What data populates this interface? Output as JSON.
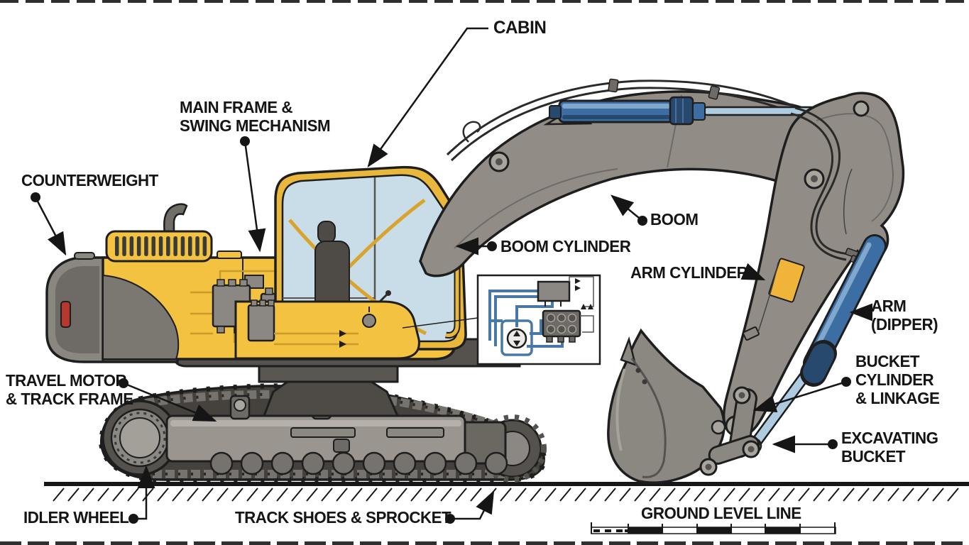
{
  "diagram": {
    "subject": "Hydraulic excavator parts diagram",
    "labels": {
      "cabin": "CABIN",
      "main_frame_swing": "MAIN FRAME &\nSWING MECHANISM",
      "counterweight": "COUNTERWEIGHT",
      "boom": "BOOM",
      "boom_cylinder": "BOOM CYLINDER",
      "arm_cylinder": "ARM CYLINDER",
      "arm_dipper": "ARM\n(DIPPER)",
      "bucket_cylinder_linkage": "BUCKET\nCYLINDER\n& LINKAGE",
      "excavating_bucket": "EXCAVATING\nBUCKET",
      "travel_motor_track_frame": "TRAVEL MOTOR\n& TRACK FRAME",
      "idler_wheel": "IDLER WHEEL",
      "track_shoes_sprocket": "TRACK SHOES & SPROCKET",
      "ground_level_line": "GROUND LEVEL LINE"
    },
    "colors": {
      "body_yellow": "#F2C240",
      "machine_gray": "#918D86",
      "hydraulic_cylinder_blue": "#3D6EA3",
      "track_dark_gray": "#45423E",
      "cab_glass_blue": "#C9DDE8",
      "label_text": "#151515"
    }
  }
}
